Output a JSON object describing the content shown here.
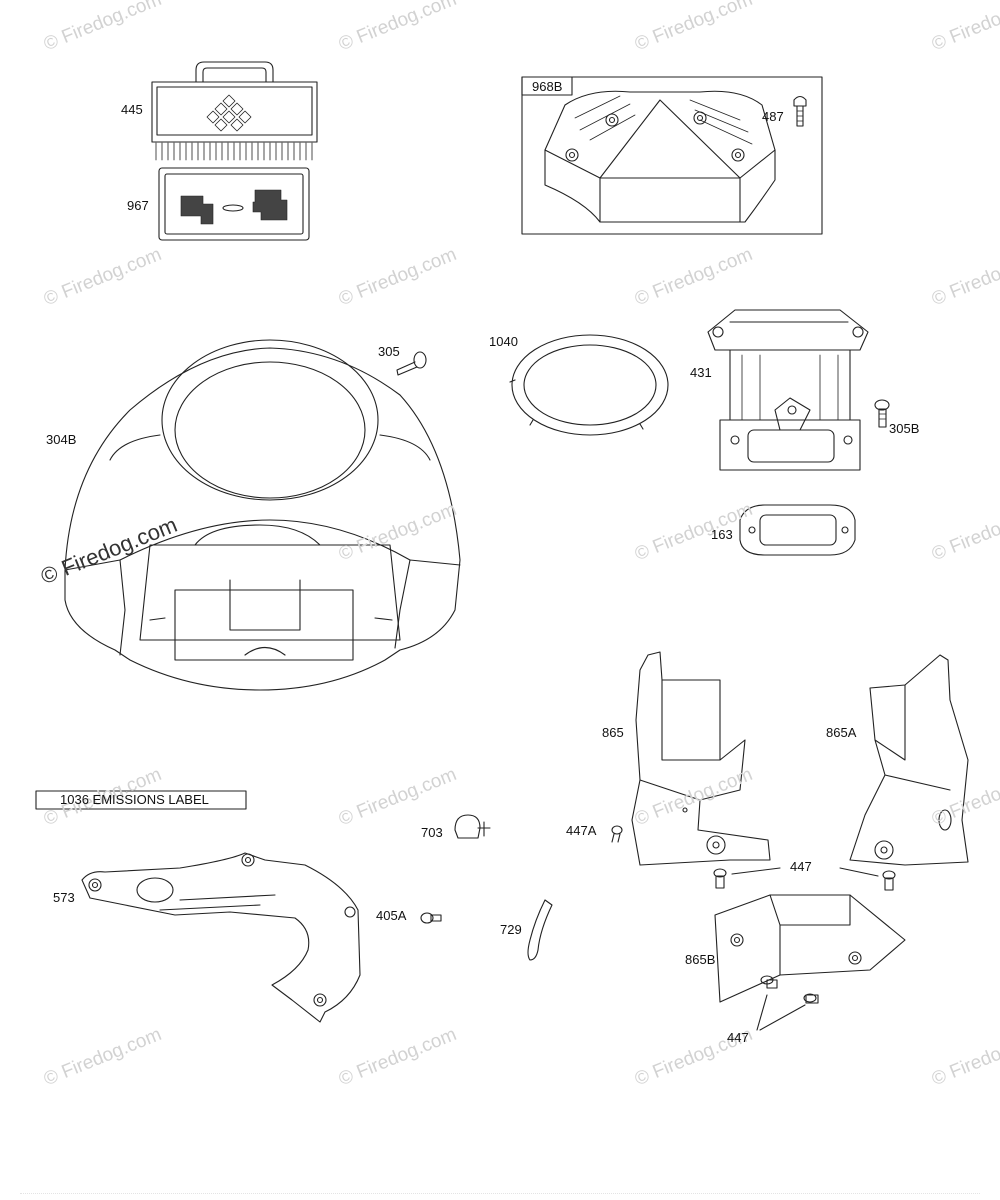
{
  "watermark": {
    "text": "© Firedog.com",
    "primary_text": "© Firedog.com"
  },
  "labels": {
    "p445": "445",
    "p967": "967",
    "p968B": "968B",
    "p487": "487",
    "p305": "305",
    "p304B": "304B",
    "p1040": "1040",
    "p431": "431",
    "p305B": "305B",
    "p163": "163",
    "p865": "865",
    "p865A": "865A",
    "p447A": "447A",
    "p447_top": "447",
    "p703": "703",
    "p573": "573",
    "p405A": "405A",
    "p729": "729",
    "p865B": "865B",
    "p447_bottom": "447"
  },
  "emissions_label": "1036 EMISSIONS LABEL",
  "colors": {
    "line": "#222222",
    "watermark": "#d2d2d2"
  }
}
